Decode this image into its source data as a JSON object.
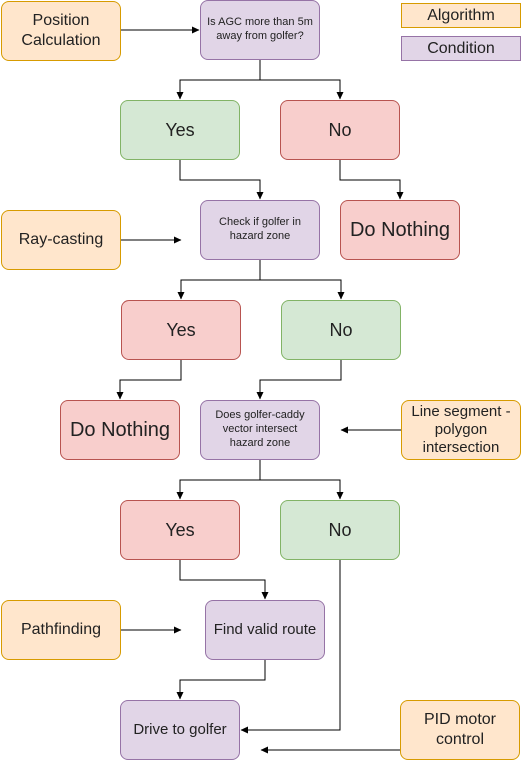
{
  "legend": {
    "algorithm": "Algorithm",
    "condition": "Condition"
  },
  "algorithms": {
    "position": "Position\nCalculation",
    "raycasting": "Ray-casting",
    "line_segment": "Line segment -\npolygon\nintersection",
    "pathfinding": "Pathfinding",
    "pid": "PID motor\ncontrol"
  },
  "conditions": {
    "agc_distance": "Is AGC more than 5m\naway from golfer?",
    "hazard_zone": "Check if golfer in\nhazard zone",
    "vector_intersect": "Does golfer-caddy\nvector intersect\nhazard zone"
  },
  "outcomes": {
    "yes": "Yes",
    "no": "No",
    "do_nothing": "Do Nothing",
    "find_route": "Find valid route",
    "drive": "Drive to golfer"
  },
  "colors": {
    "algorithm_fill": "#ffe6cc",
    "algorithm_stroke": "#d79b00",
    "condition_fill": "#e1d5e7",
    "condition_stroke": "#9673a6",
    "green_fill": "#d5e8d4",
    "green_stroke": "#82b366",
    "red_fill": "#f8cecc",
    "red_stroke": "#b85450"
  }
}
